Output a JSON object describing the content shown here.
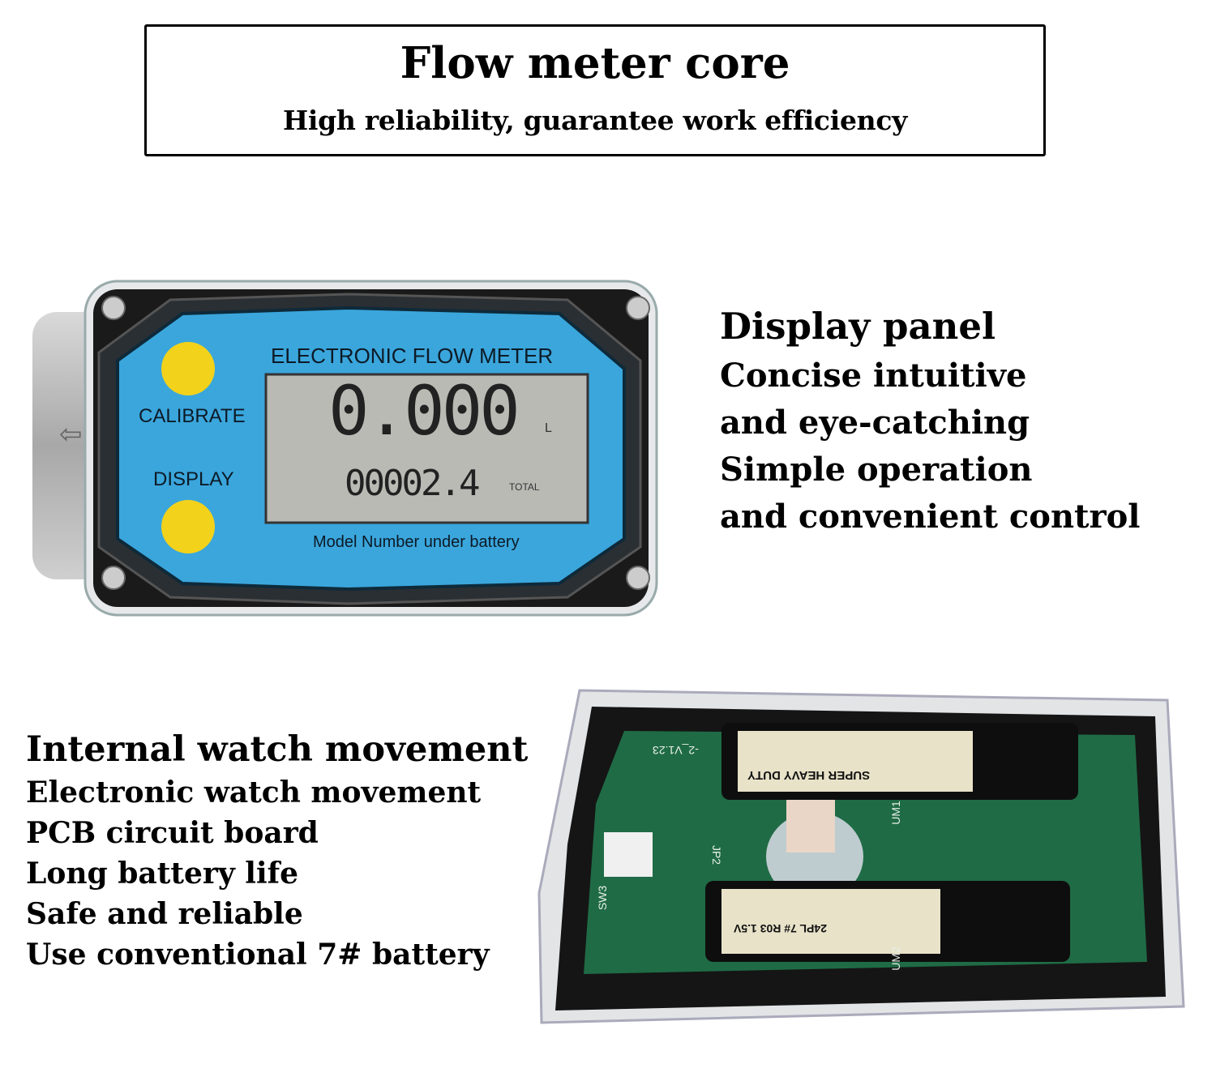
{
  "header": {
    "title": "Flow meter core",
    "subtitle": "High reliability, guarantee work efficiency"
  },
  "display_section": {
    "heading": "Display panel",
    "lines": [
      "Concise intuitive",
      "and eye-catching",
      "Simple operation",
      "and convenient control"
    ]
  },
  "internal_section": {
    "heading": "Internal watch movement",
    "lines": [
      "Electronic watch movement",
      "PCB circuit board",
      "Long battery life",
      "Safe and reliable",
      "Use conventional 7# battery"
    ]
  },
  "meter": {
    "brand_label": "ELECTRONIC FLOW METER",
    "calibrate_label": "CALIBRATE",
    "display_label": "DISPLAY",
    "reading": "0.000",
    "reading_unit": "L",
    "total": "00002.4",
    "total_label": "TOTAL",
    "footer": "Model Number under battery",
    "colors": {
      "panel": "#3aa6dc",
      "button": "#f3d21b",
      "lcd": "#b9bab4"
    }
  },
  "pcb": {
    "version": "-2_V1.23",
    "jp": "JP2",
    "sw": "SW3",
    "um1": "UM1",
    "um2": "UM2",
    "battery_top": "SUPER HEAVY DUTY",
    "battery_bottom": "24PL 7# R03 1.5V",
    "colors": {
      "board": "#1f6b45",
      "gasket": "#111111"
    }
  }
}
